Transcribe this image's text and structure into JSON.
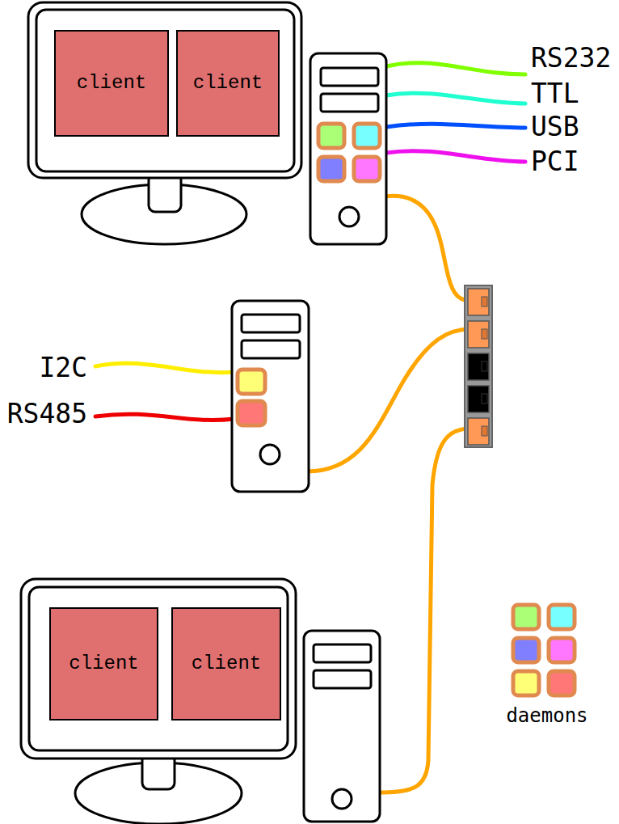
{
  "diagram": {
    "nodes": [
      {
        "text": [
          "client"
        ]
      },
      {
        "text": [
          "client"
        ]
      },
      {
        "text": [
          "client"
        ]
      },
      {
        "text": [
          "client"
        ]
      }
    ],
    "labels": [
      "RS232",
      "TTL",
      "USB",
      "PCI",
      "I2C",
      "RS485",
      "daemons"
    ]
  }
}
